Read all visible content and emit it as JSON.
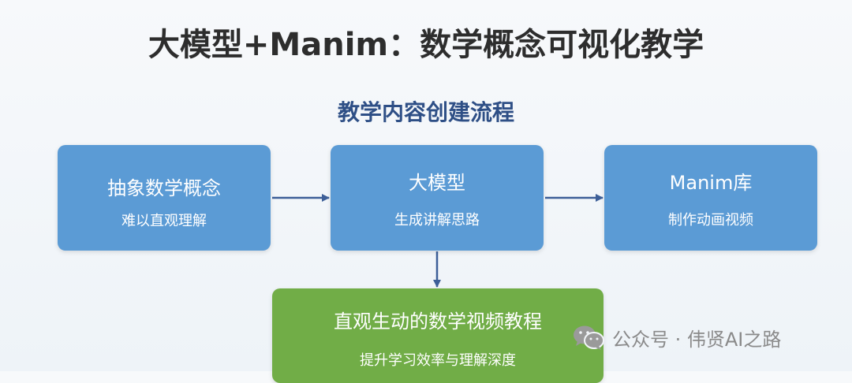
{
  "title": "大模型+Manim：数学概念可视化教学",
  "subtitle": "教学内容创建流程",
  "nodes": [
    {
      "title": "抽象数学概念",
      "desc": "难以直观理解"
    },
    {
      "title": "大模型",
      "desc": "生成讲解思路"
    },
    {
      "title": "Manim库",
      "desc": "制作动画视频"
    },
    {
      "title": "直观生动的数学视频教程",
      "desc": "提升学习效率与理解深度"
    }
  ],
  "watermark": "公众号 · 伟贤AI之路",
  "colors": {
    "box_blue": "#5b9bd5",
    "box_green": "#71ad47",
    "arrow": "#3d5f98",
    "subtitle": "#2e4f86"
  }
}
